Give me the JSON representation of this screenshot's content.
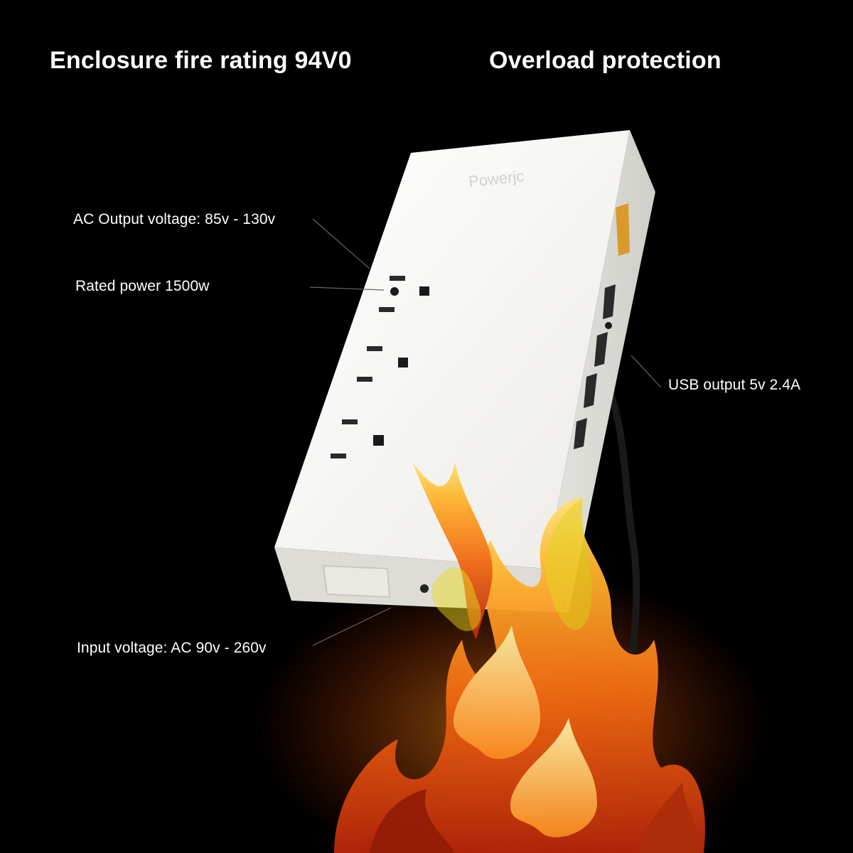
{
  "headlines": {
    "left": "Enclosure fire rating 94V0",
    "right": "Overload protection"
  },
  "callouts": {
    "ac_output": "AC Output voltage: 85v - 130v",
    "rated_power": "Rated power 1500w",
    "usb_output": "USB output 5v 2.4A",
    "input_voltage": "Input voltage: AC 90v - 260v"
  },
  "product": {
    "brand": "Powerjc",
    "ac_outlets": 3,
    "usb_ports": 4
  },
  "colors": {
    "background": "#000000",
    "device_body": "#f7f7f4",
    "flame_core": "#ffd24a",
    "flame_outer": "#e2420e",
    "text": "#ffffff"
  }
}
